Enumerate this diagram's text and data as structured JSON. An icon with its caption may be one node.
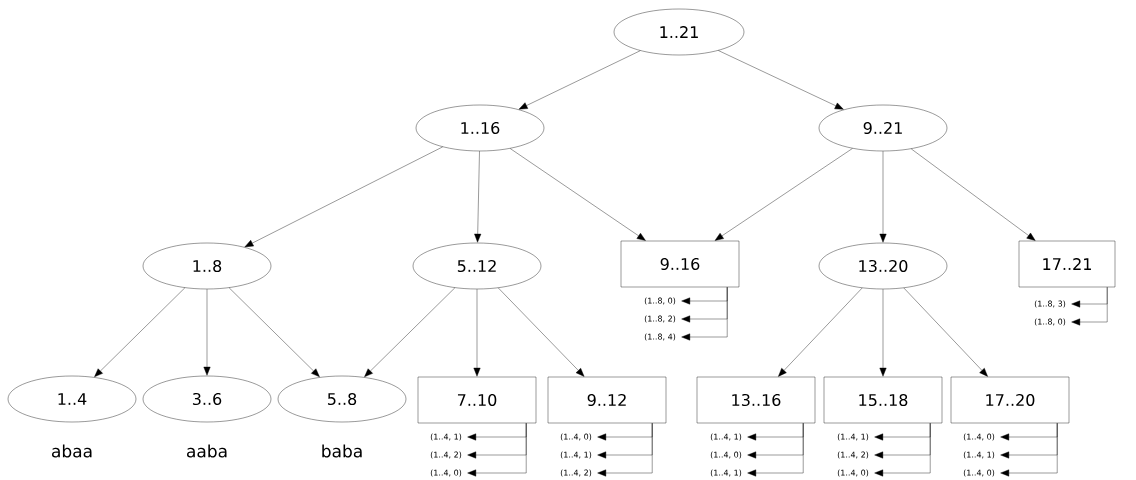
{
  "diagram": {
    "nodes": [
      {
        "text": [
          "1..21"
        ]
      },
      {
        "text": [
          "1..16"
        ]
      },
      {
        "text": [
          "9..21"
        ]
      },
      {
        "text": [
          "1..8"
        ]
      },
      {
        "text": [
          "5..12"
        ]
      },
      {
        "text": [
          "9..16"
        ]
      },
      {
        "text": [
          "13..20"
        ]
      },
      {
        "text": [
          "17..21"
        ]
      },
      {
        "text": [
          "1..4"
        ],
        "beside": [
          "abaa"
        ]
      },
      {
        "text": [
          "3..6"
        ],
        "beside": [
          "aaba"
        ]
      },
      {
        "text": [
          "5..8"
        ],
        "beside": [
          "baba"
        ]
      },
      {
        "text": [
          "7..10"
        ]
      },
      {
        "text": [
          "9..12"
        ]
      },
      {
        "text": [
          "13..16"
        ]
      },
      {
        "text": [
          "15..18"
        ]
      },
      {
        "text": [
          "17..20"
        ]
      },
      {
        "text": [
          "(1..8, 0)"
        ]
      },
      {
        "text": [
          "(1..8, 2)"
        ]
      },
      {
        "text": [
          "(1..8, 4)"
        ]
      },
      {
        "text": [
          "(1..8, 3)"
        ]
      },
      {
        "text": [
          "(1..8, 0)"
        ]
      },
      {
        "text": [
          "(1..4, 1)"
        ]
      },
      {
        "text": [
          "(1..4, 2)"
        ]
      },
      {
        "text": [
          "(1..4, 0)"
        ]
      },
      {
        "text": [
          "(1..4, 0)"
        ]
      },
      {
        "text": [
          "(1..4, 1)"
        ]
      },
      {
        "text": [
          "(1..4, 2)"
        ]
      },
      {
        "text": [
          "(1..4, 1)"
        ]
      },
      {
        "text": [
          "(1..4, 0)"
        ]
      },
      {
        "text": [
          "(1..4, 1)"
        ]
      },
      {
        "text": [
          "(1..4, 1)"
        ]
      },
      {
        "text": [
          "(1..4, 2)"
        ]
      },
      {
        "text": [
          "(1..4, 0)"
        ]
      },
      {
        "text": [
          "(1..4, 0)"
        ]
      },
      {
        "text": [
          "(1..4, 1)"
        ]
      },
      {
        "text": [
          "(1..4, 0)"
        ]
      }
    ],
    "edges": [
      {
        "from": 0,
        "to": 1,
        "arrow": "to"
      },
      {
        "from": 0,
        "to": 2,
        "arrow": "to"
      },
      {
        "from": 1,
        "to": 3,
        "arrow": "to"
      },
      {
        "from": 1,
        "to": 4,
        "arrow": "to"
      },
      {
        "from": 1,
        "to": 5,
        "arrow": "to"
      },
      {
        "from": 2,
        "to": 5,
        "arrow": "to"
      },
      {
        "from": 2,
        "to": 6,
        "arrow": "to"
      },
      {
        "from": 2,
        "to": 7,
        "arrow": "to"
      },
      {
        "from": 3,
        "to": 8,
        "arrow": "to"
      },
      {
        "from": 3,
        "to": 9,
        "arrow": "to"
      },
      {
        "from": 3,
        "to": 10,
        "arrow": "to"
      },
      {
        "from": 4,
        "to": 10,
        "arrow": "to"
      },
      {
        "from": 4,
        "to": 11,
        "arrow": "to"
      },
      {
        "from": 4,
        "to": 12,
        "arrow": "to"
      },
      {
        "from": 6,
        "to": 13,
        "arrow": "to"
      },
      {
        "from": 6,
        "to": 14,
        "arrow": "to"
      },
      {
        "from": 6,
        "to": 15,
        "arrow": "to"
      },
      {
        "from": 5,
        "to": 16,
        "arrow": "to"
      },
      {
        "from": 5,
        "to": 17,
        "arrow": "to"
      },
      {
        "from": 5,
        "to": 18,
        "arrow": "to"
      },
      {
        "from": 7,
        "to": 19,
        "arrow": "to"
      },
      {
        "from": 7,
        "to": 20,
        "arrow": "to"
      },
      {
        "from": 11,
        "to": 21,
        "arrow": "to"
      },
      {
        "from": 11,
        "to": 22,
        "arrow": "to"
      },
      {
        "from": 11,
        "to": 23,
        "arrow": "to"
      },
      {
        "from": 12,
        "to": 24,
        "arrow": "to"
      },
      {
        "from": 12,
        "to": 25,
        "arrow": "to"
      },
      {
        "from": 12,
        "to": 26,
        "arrow": "to"
      },
      {
        "from": 13,
        "to": 27,
        "arrow": "to"
      },
      {
        "from": 13,
        "to": 28,
        "arrow": "to"
      },
      {
        "from": 13,
        "to": 29,
        "arrow": "to"
      },
      {
        "from": 14,
        "to": 30,
        "arrow": "to"
      },
      {
        "from": 14,
        "to": 31,
        "arrow": "to"
      },
      {
        "from": 14,
        "to": 32,
        "arrow": "to"
      },
      {
        "from": 15,
        "to": 33,
        "arrow": "to"
      },
      {
        "from": 15,
        "to": 34,
        "arrow": "to"
      },
      {
        "from": 15,
        "to": 35,
        "arrow": "to"
      }
    ]
  }
}
